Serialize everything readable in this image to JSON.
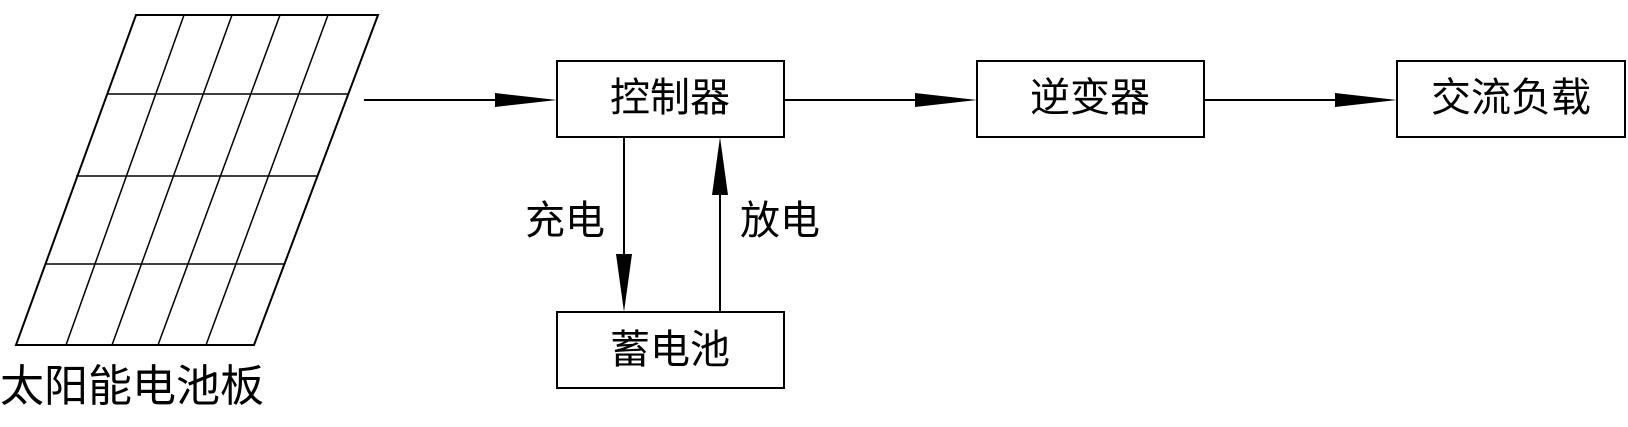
{
  "diagram": {
    "colors": {
      "stroke": "#000000",
      "background": "#ffffff"
    },
    "nodes": {
      "solar_panel": {
        "label": "太阳能电池板"
      },
      "controller": {
        "label": "控制器"
      },
      "inverter": {
        "label": "逆变器"
      },
      "ac_load": {
        "label": "交流负载"
      },
      "battery": {
        "label": "蓄电池"
      }
    },
    "edges": {
      "charge": {
        "label": "充电"
      },
      "discharge": {
        "label": "放电"
      }
    }
  }
}
